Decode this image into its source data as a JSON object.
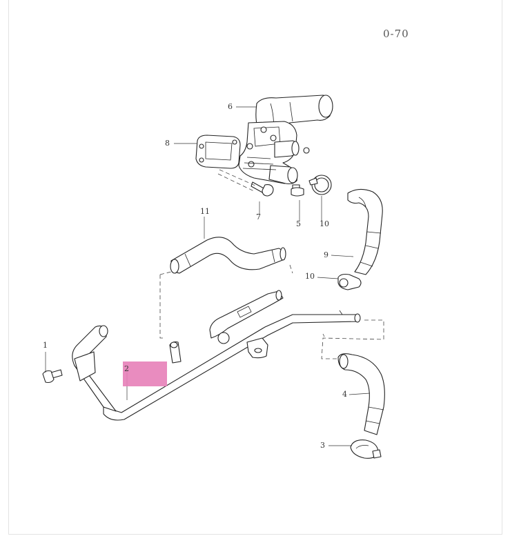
{
  "page_code": "0-70",
  "highlight_color": "#e77fb8",
  "callouts": {
    "c1": "1",
    "c2": "2",
    "c3": "3",
    "c4": "4",
    "c5": "5",
    "c6": "6",
    "c7": "7",
    "c8": "8",
    "c9": "9",
    "c10a": "10",
    "c10b": "10",
    "c11": "11"
  },
  "highlighted_callout": "2"
}
